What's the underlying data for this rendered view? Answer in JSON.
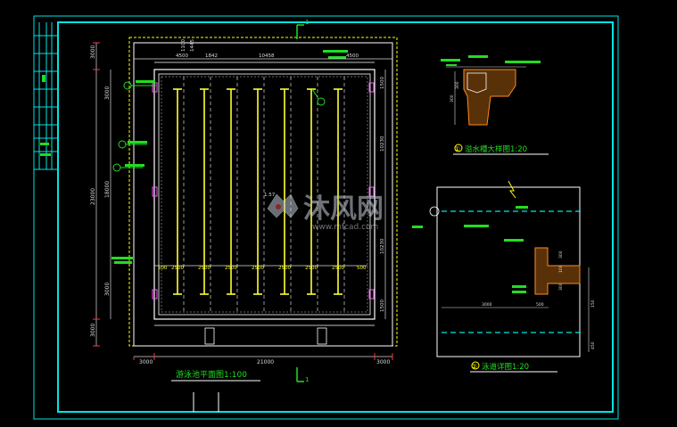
{
  "colors": {
    "frame": "#00e5e5",
    "lines": "#ffffff",
    "lanes": "#ffff33",
    "green": "#22dd22",
    "dims": "#dddddd",
    "red": "#ff3333",
    "orange": "#ff8c1a",
    "yellow_dash": "#ffff00",
    "magenta": "#ff55ff"
  },
  "labels": {
    "section_mark_top": "1",
    "section_mark_bottom": "1",
    "plan_title": "游泳池平面图1:100",
    "overflow_title": "溢水槽大样图1:20",
    "overflow_num": "①",
    "lane_title": "泳道详图1:20",
    "lane_num": "②",
    "center_mark": "1.57"
  },
  "dims_top": [
    "4500",
    "1842",
    "10458",
    "4500",
    "1445",
    "1100"
  ],
  "dims_bottom": [
    "3000",
    "21000",
    "3000"
  ],
  "dims_left": [
    "3000",
    "3000",
    "23000",
    "18000",
    "3000",
    "3000"
  ],
  "dims_right": [
    "1500",
    "10230",
    "10230",
    "1500"
  ],
  "lane_widths": [
    "2500",
    "2500",
    "2500",
    "2500",
    "2500",
    "2500",
    "2500"
  ],
  "lane_edge": [
    "500",
    "500"
  ],
  "detail_dims": [
    "3000",
    "500",
    "300",
    "100",
    "300",
    "300",
    "200",
    "450",
    "150"
  ],
  "watermark": {
    "brand": "沐风网",
    "url": "www.mfcad.com"
  }
}
